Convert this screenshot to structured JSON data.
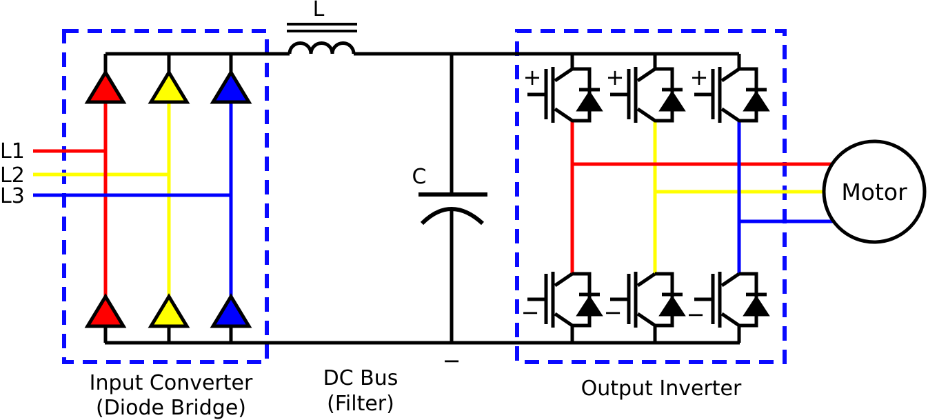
{
  "labels": {
    "inductor": "L",
    "capacitor": "C",
    "capacitor_minus": "−",
    "motor": "Motor",
    "plus": "+",
    "minus": "−"
  },
  "phase_inputs": [
    {
      "label": "L1",
      "color": "#ff0000"
    },
    {
      "label": "L2",
      "color": "#ffff00"
    },
    {
      "label": "L3",
      "color": "#0000ff"
    }
  ],
  "sections": {
    "input_converter": {
      "line1": "Input Converter",
      "line2": "(Diode Bridge)"
    },
    "dc_bus": {
      "line1": "DC Bus",
      "line2": "(Filter)"
    },
    "output_inverter": {
      "line1": "Output Inverter"
    }
  },
  "colors": {
    "line_black": "#000000",
    "phase_a": "#ff0000",
    "phase_b": "#ffff00",
    "phase_c": "#0000ff",
    "section_border": "#0a0aff",
    "background": "#ffffff"
  }
}
